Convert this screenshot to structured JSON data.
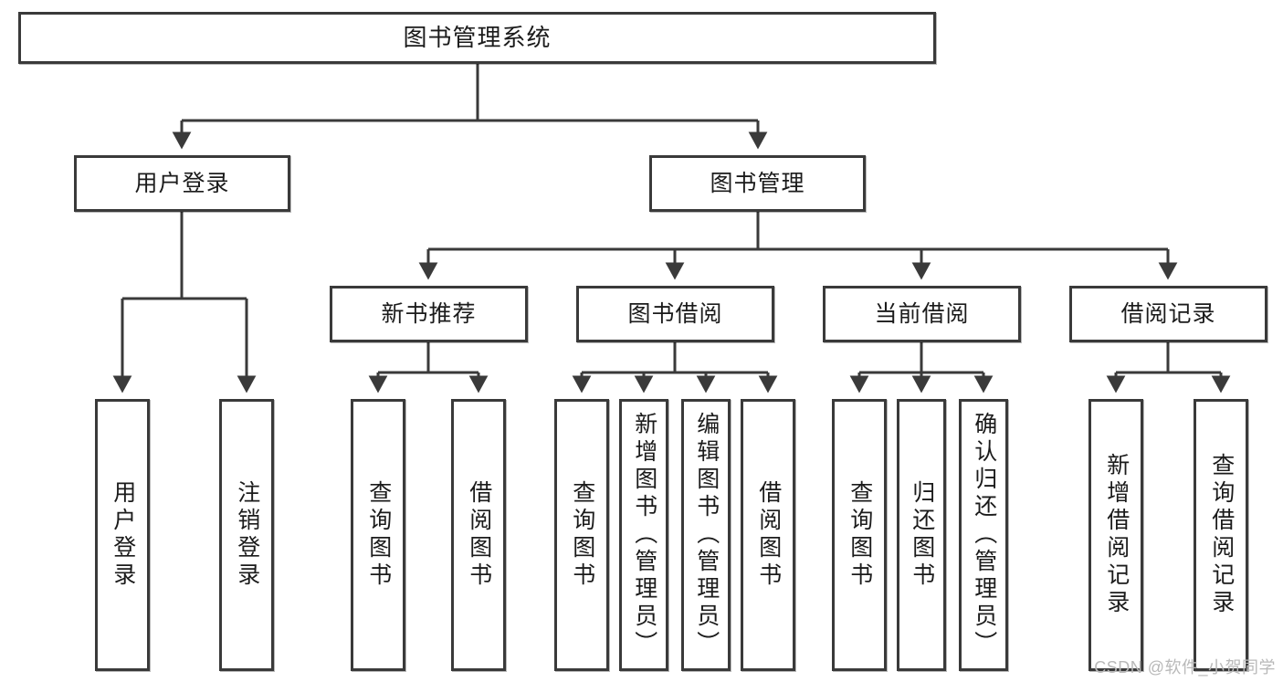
{
  "diagram": {
    "title": "图书管理系统",
    "type": "hierarchy-tree",
    "watermark": "CSDN @软件_小贺同学",
    "colors": {
      "box_border": "#3a3a3a",
      "box_fill": "#ffffff",
      "connector": "#3a3a3a",
      "text": "#1b1b1b",
      "watermark": "#b9b9b9"
    },
    "levels": {
      "root": [
        "图书管理系统"
      ],
      "level2": [
        "用户登录",
        "图书管理"
      ],
      "level3": [
        "新书推荐",
        "图书借阅",
        "当前借阅",
        "借阅记录"
      ],
      "leaves": [
        "用户登录",
        "注销登录",
        "查询图书",
        "借阅图书",
        "查询图书",
        "新增图书（管理员）",
        "编辑图书（管理员）",
        "借阅图书",
        "查询图书",
        "归还图书",
        "确认归还（管理员）",
        "新增借阅记录",
        "查询借阅记录"
      ]
    }
  },
  "nodes": {
    "root": {
      "label": "图书管理系统"
    },
    "user_login": {
      "label": "用户登录"
    },
    "book_manage": {
      "label": "图书管理"
    },
    "new_book_rec": {
      "label": "新书推荐"
    },
    "book_borrow": {
      "label": "图书借阅"
    },
    "current_borrow": {
      "label": "当前借阅"
    },
    "borrow_record": {
      "label": "借阅记录"
    },
    "leaf_user_login": {
      "label": "用户登录"
    },
    "leaf_logout": {
      "label": "注销登录"
    },
    "leaf_query_book_1": {
      "label": "查询图书"
    },
    "leaf_borrow_book_1": {
      "label": "借阅图书"
    },
    "leaf_query_book_2": {
      "label": "查询图书"
    },
    "leaf_add_book": {
      "label": "新增图书（管理员）"
    },
    "leaf_edit_book": {
      "label": "编辑图书（管理员）"
    },
    "leaf_borrow_book_2": {
      "label": "借阅图书"
    },
    "leaf_query_book_3": {
      "label": "查询图书"
    },
    "leaf_return_book": {
      "label": "归还图书"
    },
    "leaf_confirm_return": {
      "label": "确认归还（管理员）"
    },
    "leaf_add_record": {
      "label": "新增借阅记录"
    },
    "leaf_query_record": {
      "label": "查询借阅记录"
    }
  }
}
